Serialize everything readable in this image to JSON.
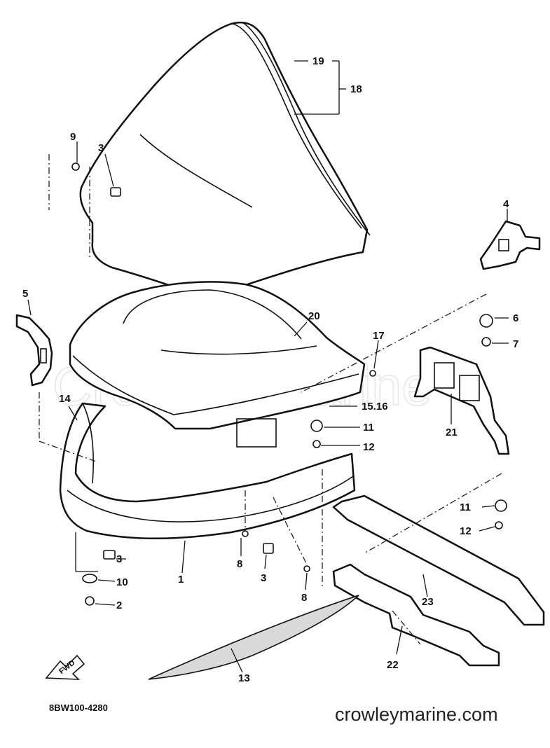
{
  "watermark": "Crowley Marine",
  "catalog_code": "8BW100-4280",
  "site_url": "crowleymarine.com",
  "fwd_label": "FWD",
  "callouts": [
    {
      "id": "c1",
      "text": "1"
    },
    {
      "id": "c2",
      "text": "2"
    },
    {
      "id": "c3a",
      "text": "3"
    },
    {
      "id": "c3b",
      "text": "3"
    },
    {
      "id": "c3c",
      "text": "3"
    },
    {
      "id": "c4",
      "text": "4"
    },
    {
      "id": "c5",
      "text": "5"
    },
    {
      "id": "c6",
      "text": "6"
    },
    {
      "id": "c7",
      "text": "7"
    },
    {
      "id": "c8a",
      "text": "8"
    },
    {
      "id": "c8b",
      "text": "8"
    },
    {
      "id": "c9",
      "text": "9"
    },
    {
      "id": "c10",
      "text": "10"
    },
    {
      "id": "c11a",
      "text": "11"
    },
    {
      "id": "c11b",
      "text": "11"
    },
    {
      "id": "c12a",
      "text": "12"
    },
    {
      "id": "c12b",
      "text": "12"
    },
    {
      "id": "c13",
      "text": "13"
    },
    {
      "id": "c14",
      "text": "14"
    },
    {
      "id": "c1516",
      "text": "15.16"
    },
    {
      "id": "c17",
      "text": "17"
    },
    {
      "id": "c18",
      "text": "18"
    },
    {
      "id": "c19",
      "text": "19"
    },
    {
      "id": "c20",
      "text": "20"
    },
    {
      "id": "c21",
      "text": "21"
    },
    {
      "id": "c22",
      "text": "22"
    },
    {
      "id": "c23",
      "text": "23"
    }
  ]
}
